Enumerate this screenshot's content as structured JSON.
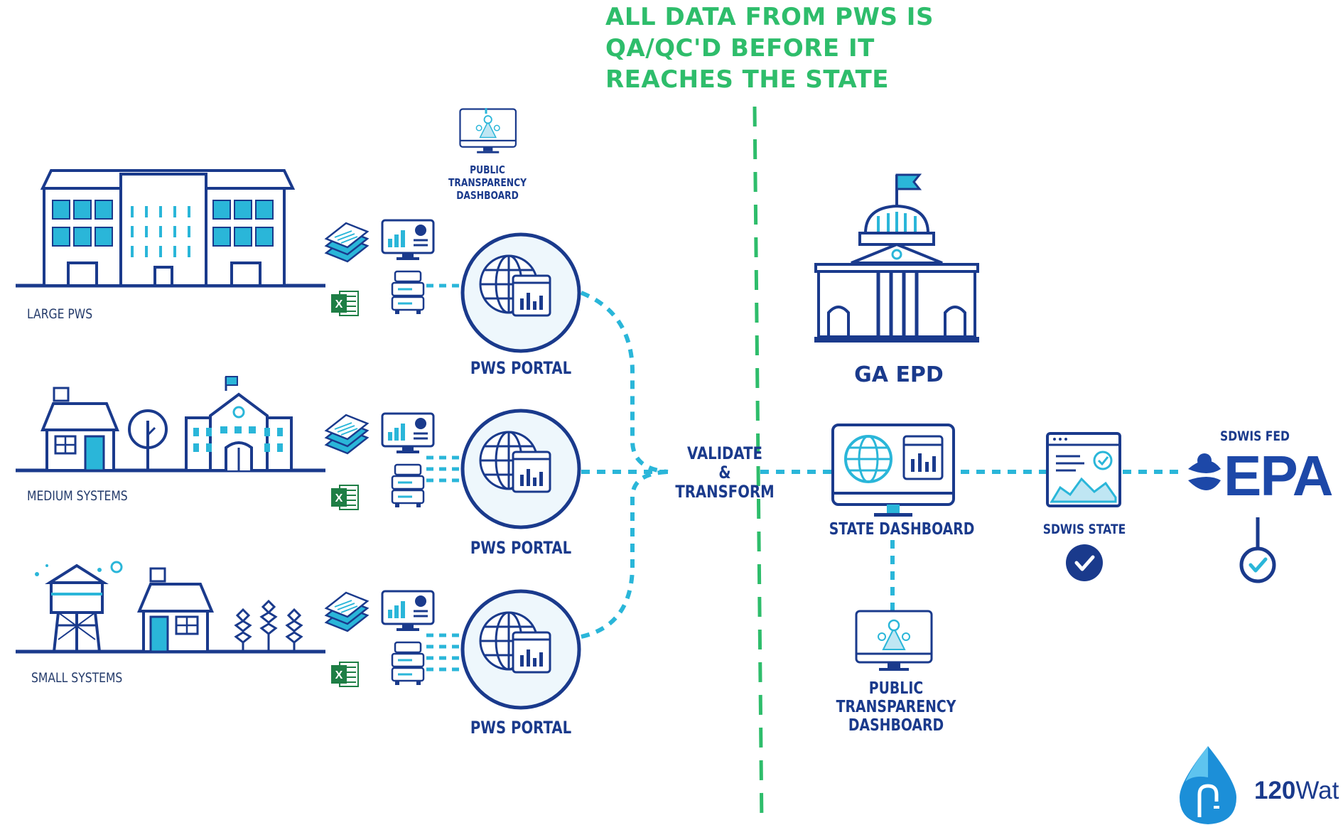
{
  "header_note": {
    "line1": "ALL DATA FROM PWS IS",
    "line2": "QA/QC'D BEFORE IT",
    "line3": "REACHES THE STATE"
  },
  "systems": {
    "large": "LARGE PWS",
    "medium": "MEDIUM SYSTEMS",
    "small": "SMALL SYSTEMS"
  },
  "portal_label": "PWS PORTAL",
  "public_dashboard": {
    "line1": "PUBLIC",
    "line2": "TRANSPARENCY",
    "line3": "DASHBOARD"
  },
  "validate": {
    "line1": "VALIDATE",
    "line2": "&",
    "line3": "TRANSFORM"
  },
  "state": {
    "agency": "GA EPD",
    "dashboard": "STATE DASHBOARD",
    "sdwis_state": "SDWIS STATE",
    "sdwis_fed": "SDWIS FED"
  },
  "epa": {
    "word": "EPA"
  },
  "brand": {
    "number": "120",
    "word": "Wat"
  },
  "colors": {
    "navy": "#1a3a8c",
    "cyan": "#2ab6d9",
    "green": "#2ebd6b",
    "excel_green": "#1e7e45",
    "circle_bg": "#eef7fc"
  },
  "icons": [
    "office-building-icon",
    "house-icon",
    "tree-icon",
    "school-icon",
    "water-tower-icon",
    "wheat-icon",
    "document-stack-icon",
    "monitor-chart-icon",
    "server-icon",
    "excel-icon",
    "globe-chart-icon",
    "capitol-building-icon",
    "checkmark-icon",
    "water-drop-logo-icon",
    "epa-flower-icon"
  ]
}
